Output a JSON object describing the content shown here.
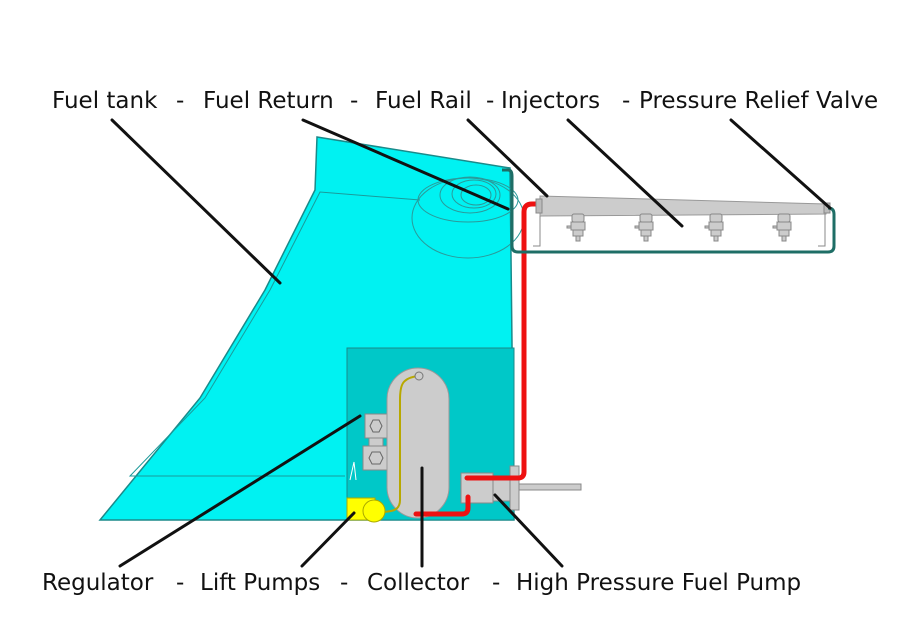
{
  "title": "Fuel system diagram",
  "colors": {
    "tank": "#00f2f2",
    "tank_outline": "#1a8a8a",
    "pump_compartment": "#00c8c8",
    "collector": "#cccccc",
    "high_pressure_line": "#ee1111",
    "return_line": "#1e6e66",
    "lift_pump": "#ffff00",
    "leader_line": "#111111"
  },
  "top_labels": [
    {
      "id": "fuel-tank",
      "text": "Fuel tank"
    },
    {
      "id": "fuel-return",
      "text": "Fuel Return"
    },
    {
      "id": "fuel-rail",
      "text": "Fuel Rail"
    },
    {
      "id": "injectors",
      "text": "Injectors"
    },
    {
      "id": "pressure-relief-valve",
      "text": "Pressure Relief Valve"
    }
  ],
  "bottom_labels": [
    {
      "id": "regulator",
      "text": "Regulator"
    },
    {
      "id": "lift-pumps",
      "text": "Lift Pumps"
    },
    {
      "id": "collector",
      "text": "Collector"
    },
    {
      "id": "high-pressure-fuel-pump",
      "text": "High Pressure Fuel Pump"
    }
  ],
  "separator": "-",
  "injector_count": 4
}
